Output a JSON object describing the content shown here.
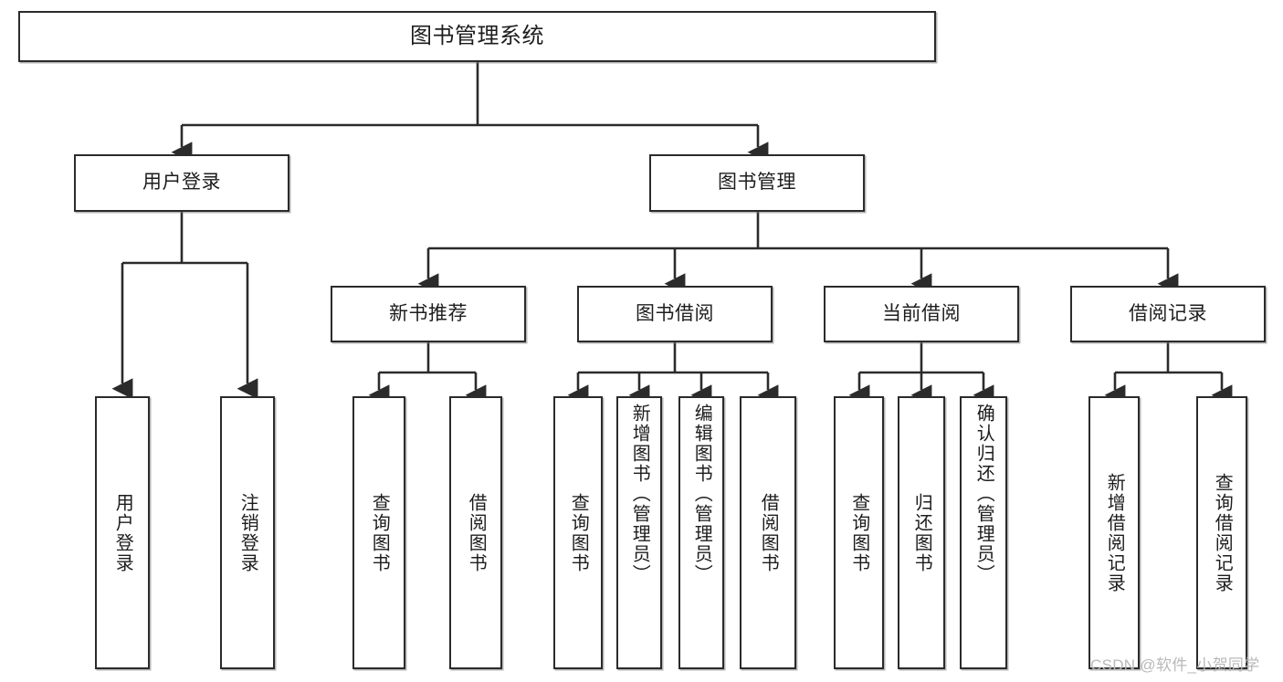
{
  "diagram": {
    "type": "tree",
    "title": "图书管理系统",
    "watermark": "CSDN @软件_小贺同学",
    "colors": {
      "background": "#ffffff",
      "box_border": "#2b2b2b",
      "box_fill": "#ffffff",
      "connector": "#2b2b2b",
      "text": "#1d1d1d",
      "watermark": "#b9b9b9"
    },
    "root": {
      "label": "图书管理系统"
    },
    "level1": [
      {
        "label": "用户登录"
      },
      {
        "label": "图书管理"
      }
    ],
    "level2": [
      {
        "label": "新书推荐",
        "parent": "图书管理"
      },
      {
        "label": "图书借阅",
        "parent": "图书管理"
      },
      {
        "label": "当前借阅",
        "parent": "图书管理"
      },
      {
        "label": "借阅记录",
        "parent": "图书管理"
      }
    ],
    "leaves": [
      {
        "label": "用户登录",
        "parent": "用户登录"
      },
      {
        "label": "注销登录",
        "parent": "用户登录"
      },
      {
        "label": "查询图书",
        "parent": "新书推荐"
      },
      {
        "label": "借阅图书",
        "parent": "新书推荐"
      },
      {
        "label": "查询图书",
        "parent": "图书借阅"
      },
      {
        "label": "新增图书（管理员）",
        "parent": "图书借阅"
      },
      {
        "label": "编辑图书（管理员）",
        "parent": "图书借阅"
      },
      {
        "label": "借阅图书",
        "parent": "图书借阅"
      },
      {
        "label": "查询图书",
        "parent": "当前借阅"
      },
      {
        "label": "归还图书",
        "parent": "当前借阅"
      },
      {
        "label": "确认归还（管理员）",
        "parent": "当前借阅"
      },
      {
        "label": "新增借阅记录",
        "parent": "借阅记录"
      },
      {
        "label": "查询借阅记录",
        "parent": "借阅记录"
      }
    ]
  }
}
